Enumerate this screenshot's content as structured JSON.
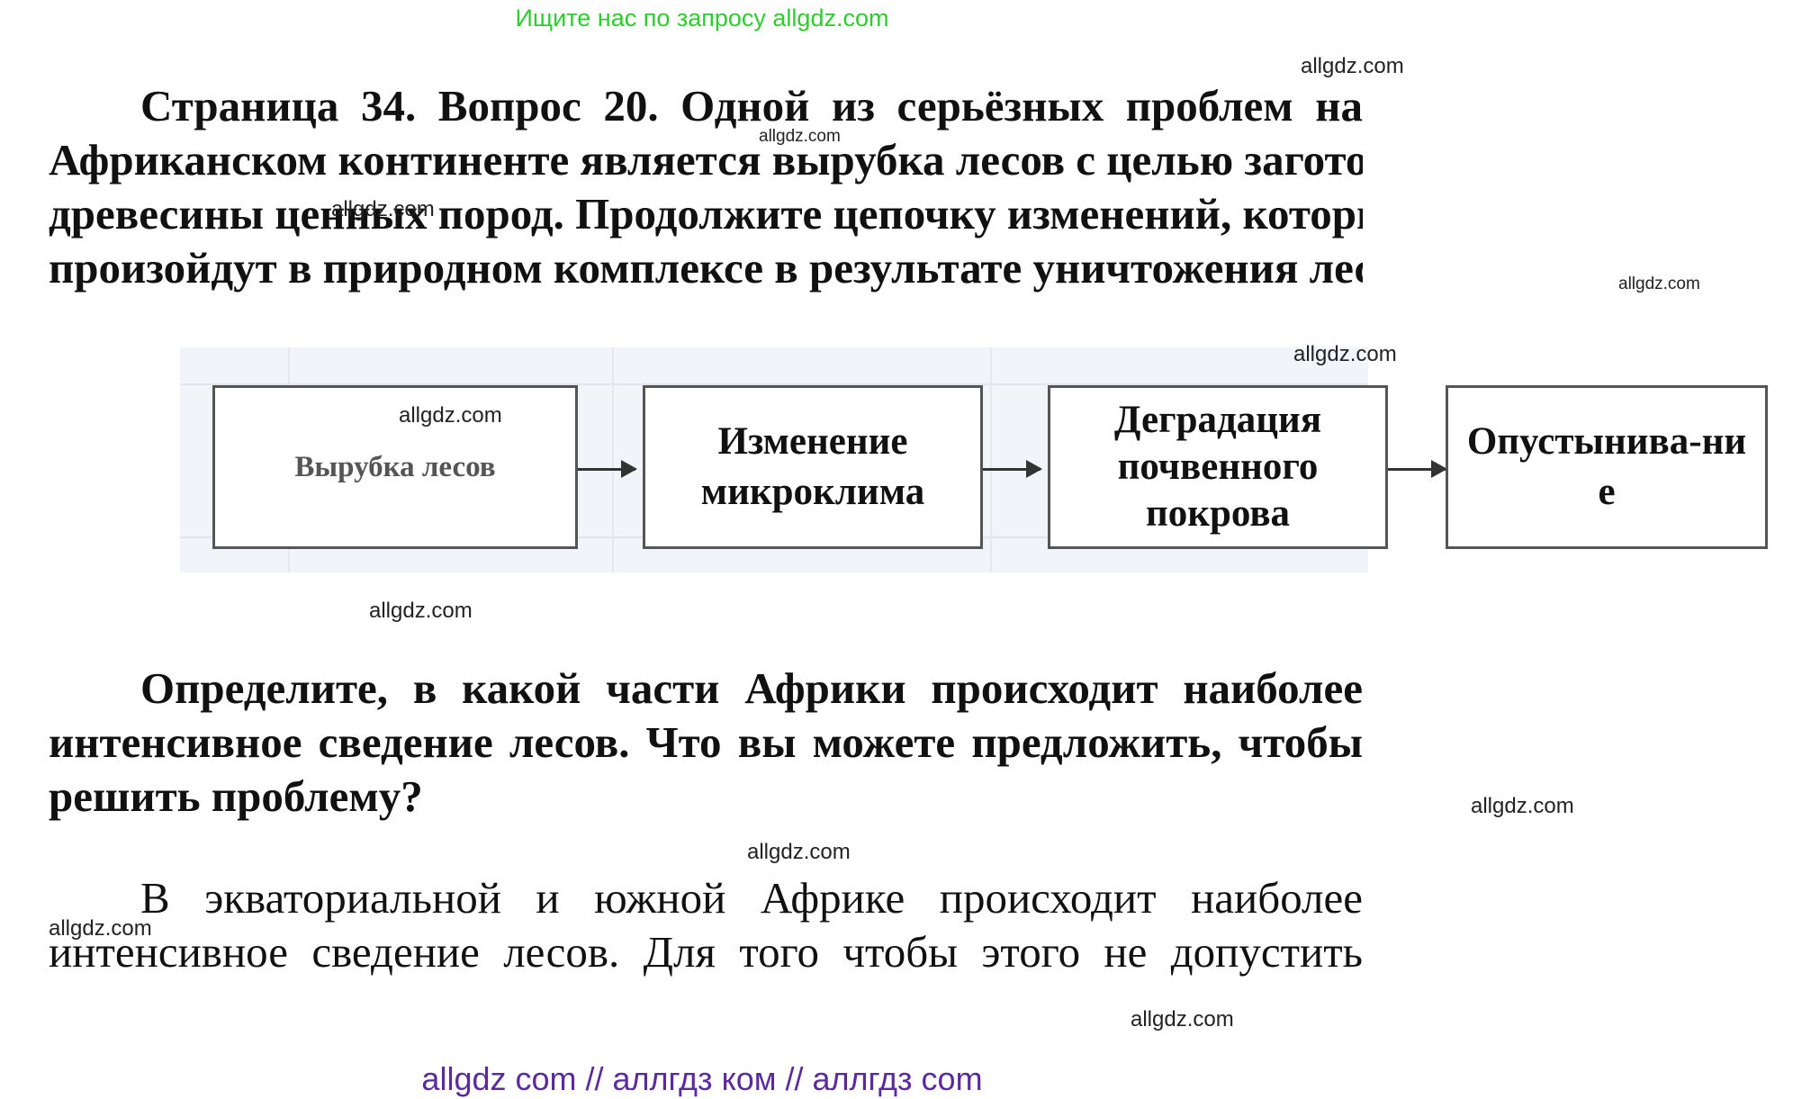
{
  "banner": "Ищите нас по запросу allgdz.com",
  "question_lines": [
    "Страница 34. Вопрос 20.   Одной из серьёзных проблем на",
    "Африканском континенте является вырубка лесов с целью заготовки",
    "древесины ценных пород. Продолжите цепочку изменений, которые",
    "произойдут в природном комплексе в результате уничтожения лесов."
  ],
  "diagram": {
    "boxes": [
      {
        "label": "Вырубка лесов"
      },
      {
        "label": "Изменение микроклима"
      },
      {
        "label": "Деградация почвенного покрова"
      },
      {
        "label": "Опустынива-ние"
      }
    ]
  },
  "task_lines": [
    "Определите, в какой части Африки происходит наиболее",
    "интенсивное сведение лесов. Что вы можете предложить, чтобы",
    "решить проблему?"
  ],
  "answer_lines": [
    "В экваториальной и южной Африке происходит наиболее",
    "интенсивное сведение лесов. Для того чтобы этого не допустить"
  ],
  "watermark": "allgdz.com",
  "footer": "allgdz com  //  аллгдз ком  //  аллгдз com"
}
